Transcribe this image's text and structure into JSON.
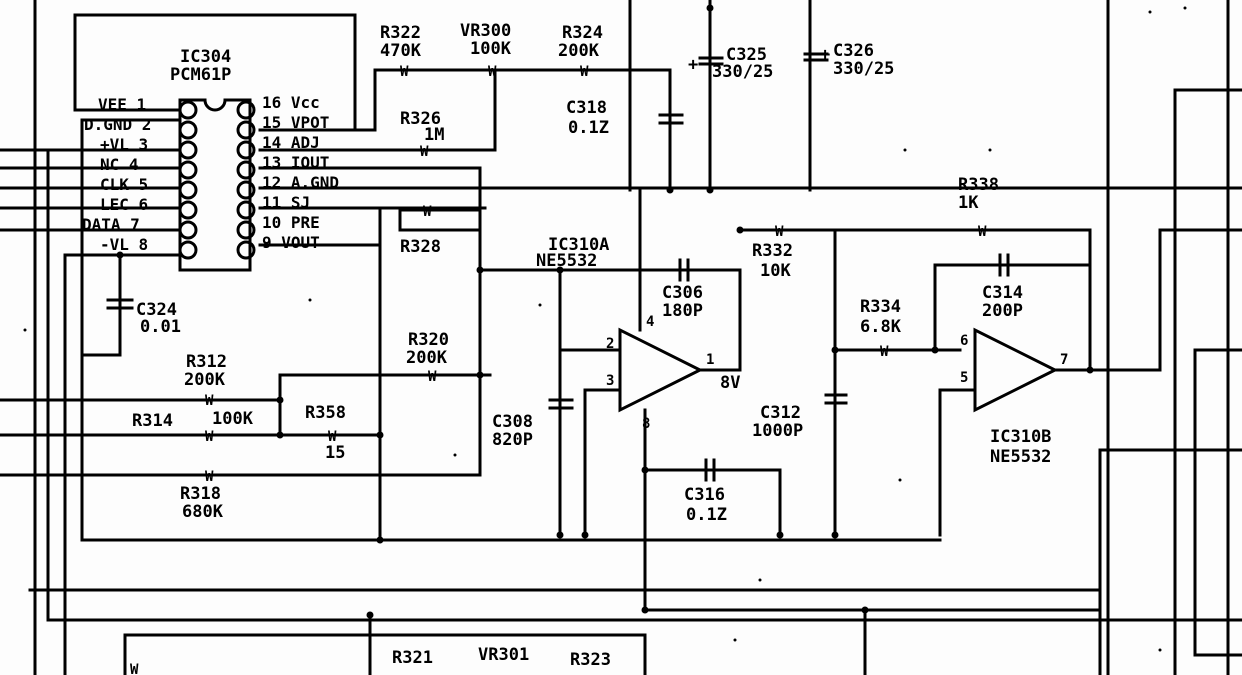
{
  "schematic": {
    "ic304": {
      "ref": "IC304",
      "part": "PCM61P",
      "left_pins": [
        "VEE 1",
        "D.GND 2",
        "+VL 3",
        "NC 4",
        "CLK 5",
        "LEC 6",
        "DATA 7",
        "-VL 8"
      ],
      "right_pins": [
        "16 Vcc",
        "15 VPOT",
        "14 ADJ",
        "13 IOUT",
        "12 A.GND",
        "11 SJ",
        "10 PRE",
        "9 VOUT"
      ]
    },
    "ic310a": {
      "ref": "IC310A",
      "part": "NE5532",
      "pins": [
        "2",
        "3",
        "1",
        "4",
        "8"
      ],
      "supply_label": "8V"
    },
    "ic310b": {
      "ref": "IC310B",
      "part": "NE5532",
      "pins": [
        "6",
        "5",
        "7"
      ]
    },
    "resistors": [
      {
        "ref": "R322",
        "value": "470K"
      },
      {
        "ref": "VR300",
        "value": "100K"
      },
      {
        "ref": "R324",
        "value": "200K"
      },
      {
        "ref": "R326",
        "value": "1M"
      },
      {
        "ref": "R328",
        "value": ""
      },
      {
        "ref": "R312",
        "value": "200K"
      },
      {
        "ref": "R314",
        "value": "100K"
      },
      {
        "ref": "R358",
        "value": "15"
      },
      {
        "ref": "R318",
        "value": "680K"
      },
      {
        "ref": "R320",
        "value": "200K"
      },
      {
        "ref": "R332",
        "value": "10K"
      },
      {
        "ref": "R334",
        "value": "6.8K"
      },
      {
        "ref": "R338",
        "value": "1K"
      }
    ],
    "capacitors": [
      {
        "ref": "C325",
        "value": "330/25"
      },
      {
        "ref": "C326",
        "value": "330/25"
      },
      {
        "ref": "C318",
        "value": "0.1Z"
      },
      {
        "ref": "C324",
        "value": "0.01"
      },
      {
        "ref": "C306",
        "value": "180P"
      },
      {
        "ref": "C308",
        "value": "820P"
      },
      {
        "ref": "C312",
        "value": "1000P"
      },
      {
        "ref": "C316",
        "value": "0.1Z"
      },
      {
        "ref": "C314",
        "value": "200P"
      }
    ],
    "bottom_partial": {
      "r1": "R321",
      "vr": "VR301",
      "r2": "R323"
    },
    "glyphs": {
      "w": "W",
      "plus": "+"
    }
  }
}
